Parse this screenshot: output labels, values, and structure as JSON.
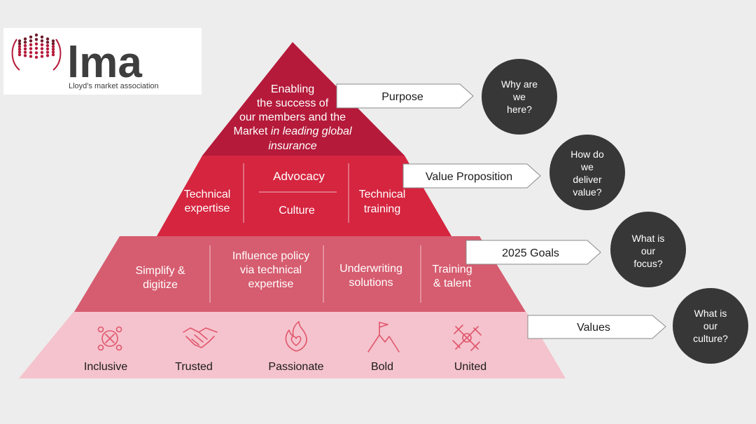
{
  "logo": {
    "wordmark": "lma",
    "tagline": "Lloyd's market association"
  },
  "pyramid": {
    "apex": {
      "lines": [
        "Enabling",
        "the success of",
        "our members and the"
      ],
      "line4_plain": "Market ",
      "line4_italic": "in leading global",
      "line5_italic": "insurance"
    },
    "tier2": {
      "left": [
        "Technical",
        "expertise"
      ],
      "center_top": "Advocacy",
      "center_bottom": "Culture",
      "right": [
        "Technical",
        "training"
      ]
    },
    "tier3": {
      "items": [
        {
          "lines": [
            "Simplify &",
            "digitize"
          ]
        },
        {
          "lines": [
            "Influence policy",
            "via technical",
            "expertise"
          ]
        },
        {
          "lines": [
            "Underwriting",
            "solutions"
          ]
        },
        {
          "lines": [
            "Training",
            "& talent"
          ]
        }
      ]
    },
    "values": [
      {
        "label": "Inclusive",
        "icon": "inclusive-icon"
      },
      {
        "label": "Trusted",
        "icon": "handshake-icon"
      },
      {
        "label": "Passionate",
        "icon": "flame-heart-icon"
      },
      {
        "label": "Bold",
        "icon": "mountain-flag-icon"
      },
      {
        "label": "United",
        "icon": "united-hands-icon"
      }
    ]
  },
  "arrows": [
    {
      "label": "Purpose"
    },
    {
      "label": "Value Proposition"
    },
    {
      "label": "2025 Goals"
    },
    {
      "label": "Values"
    }
  ],
  "circles": [
    {
      "lines": [
        "Why are",
        "we",
        "here?"
      ]
    },
    {
      "lines": [
        "How do",
        "we",
        "deliver",
        "value?"
      ]
    },
    {
      "lines": [
        "What is",
        "our",
        "focus?"
      ]
    },
    {
      "lines": [
        "What is",
        "our",
        "culture?"
      ]
    }
  ],
  "colors": {
    "background": "#ededed",
    "apex": "#b51a3a",
    "tier2": "#d5253f",
    "tier3": "#d65c6f",
    "tier4": "#f5c3cd",
    "circle": "#373737",
    "accent": "#b51a3a"
  }
}
